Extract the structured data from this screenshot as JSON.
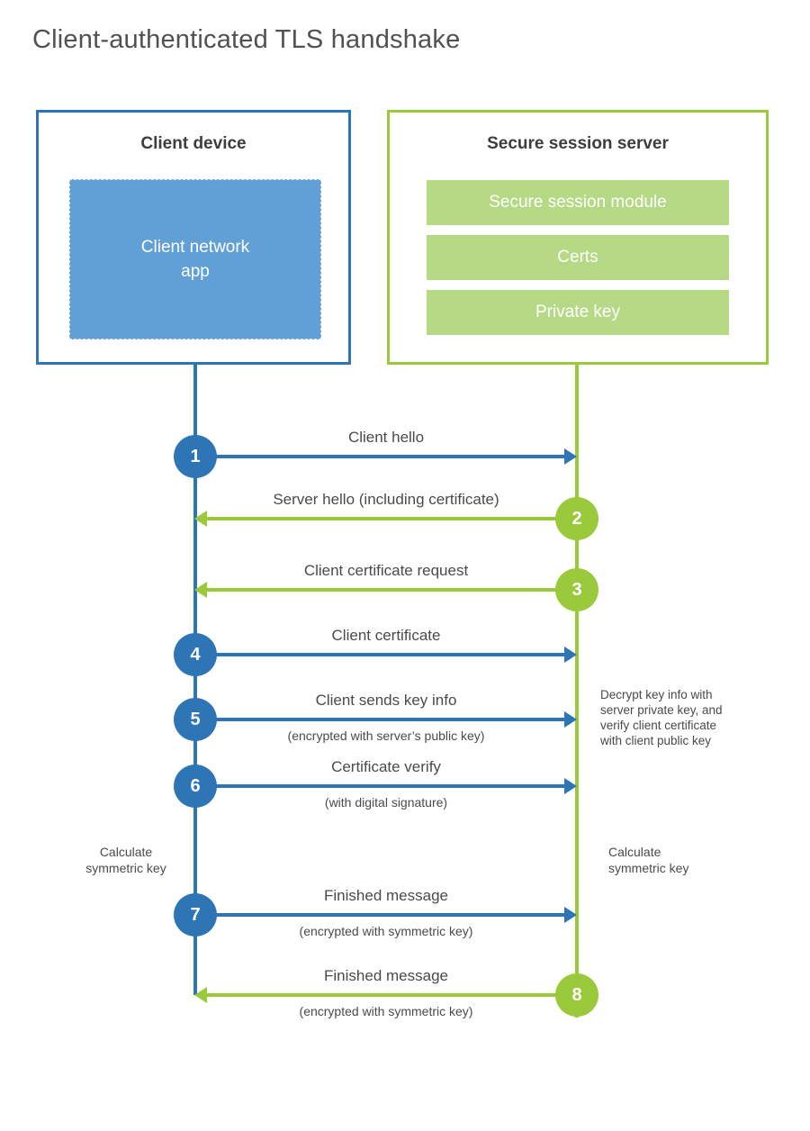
{
  "title": "Client-authenticated TLS handshake",
  "colors": {
    "blue": "#2e75b6",
    "blue_fill": "#61a0d7",
    "green": "#9aca3c",
    "green_fill": "#b5d985"
  },
  "actors": {
    "client": {
      "title": "Client device",
      "app": "Client network\napp"
    },
    "server": {
      "title": "Secure session server",
      "modules": [
        "Secure session module",
        "Certs",
        "Private key"
      ]
    }
  },
  "steps": [
    {
      "num": "1",
      "label": "Client hello",
      "sub": "",
      "from": "client",
      "to": "server",
      "color": "blue"
    },
    {
      "num": "2",
      "label": "Server hello (including certificate)",
      "sub": "",
      "from": "server",
      "to": "client",
      "color": "green"
    },
    {
      "num": "3",
      "label": "Client certificate request",
      "sub": "",
      "from": "server",
      "to": "client",
      "color": "green"
    },
    {
      "num": "4",
      "label": "Client certificate",
      "sub": "",
      "from": "client",
      "to": "server",
      "color": "blue"
    },
    {
      "num": "5",
      "label": "Client sends key info",
      "sub": "(encrypted with server’s public key)",
      "from": "client",
      "to": "server",
      "color": "blue"
    },
    {
      "num": "6",
      "label": "Certificate verify",
      "sub": "(with digital signature)",
      "from": "client",
      "to": "server",
      "color": "blue"
    },
    {
      "num": "7",
      "label": "Finished message",
      "sub": "(encrypted with symmetric key)",
      "from": "client",
      "to": "server",
      "color": "blue"
    },
    {
      "num": "8",
      "label": "Finished message",
      "sub": "(encrypted with symmetric key)",
      "from": "server",
      "to": "client",
      "color": "green"
    }
  ],
  "notes": {
    "decrypt": "Decrypt key info with\nserver private key, and\nverify client certificate\nwith client public key",
    "calc_left": "Calculate\nsymmetric key",
    "calc_right": "Calculate\nsymmetric key"
  }
}
